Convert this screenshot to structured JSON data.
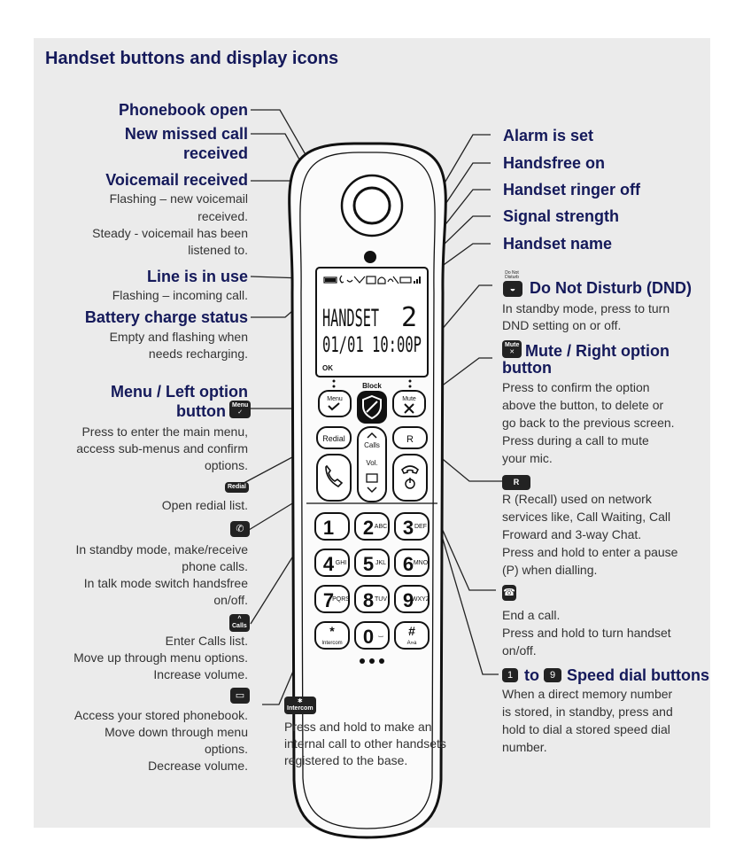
{
  "title": "Handset buttons and display icons",
  "left": {
    "phonebook_open": "Phonebook open",
    "missed_call_1": "New missed call",
    "missed_call_2": "received",
    "voicemail": "Voicemail received",
    "voicemail_desc_1": "Flashing – new voicemail",
    "voicemail_desc_2": "received.",
    "voicemail_desc_3": "Steady - voicemail has been",
    "voicemail_desc_4": "listened to.",
    "line_in_use": "Line is in use",
    "line_desc": "Flashing – incoming call.",
    "battery": "Battery charge status",
    "battery_desc_1": "Empty and flashing when",
    "battery_desc_2": "needs recharging.",
    "menu_1": "Menu / Left option",
    "menu_2": "button",
    "menu_desc_1": "Press to enter the main menu,",
    "menu_desc_2": "access sub-menus and confirm",
    "menu_desc_3": "options.",
    "redial_desc": "Open redial list.",
    "talk_desc_1": "In standby mode, make/receive",
    "talk_desc_2": "phone calls.",
    "talk_desc_3": "In talk mode switch handsfree",
    "talk_desc_4": "on/off.",
    "calls_desc_1": "Enter Calls list.",
    "calls_desc_2": "Move up through menu options.",
    "calls_desc_3": "Increase volume.",
    "pb_desc_1": "Access your stored phonebook.",
    "pb_desc_2": "Move down through menu",
    "pb_desc_3": "options.",
    "pb_desc_4": "Decrease volume."
  },
  "center": {
    "intercom_desc_1": "Press and hold to make an",
    "intercom_desc_2": "internal call to other handsets",
    "intercom_desc_3": "registered to the base."
  },
  "right": {
    "alarm": "Alarm is set",
    "handsfree": "Handsfree on",
    "ringer_off": "Handset ringer off",
    "signal": "Signal strength",
    "handset_name": "Handset name",
    "dnd": "Do Not Disturb (DND)",
    "dnd_desc_1": "In standby mode, press to turn",
    "dnd_desc_2": "DND setting on or off.",
    "mute_1": "Mute / Right option",
    "mute_2": "button",
    "mute_desc_1": "Press to confirm the option",
    "mute_desc_2": "above the button, to delete or",
    "mute_desc_3": "go back to the previous screen.",
    "mute_desc_4": "Press during a call to mute",
    "mute_desc_5": "your mic.",
    "recall_desc_1": "R (Recall) used on network",
    "recall_desc_2": "services like,  Call Waiting, Call",
    "recall_desc_3": "Froward and 3-way Chat.",
    "recall_desc_4": "Press and hold to enter a pause",
    "recall_desc_5": "(P) when dialling.",
    "end_desc_1": "End a call.",
    "end_desc_2": "Press and hold to turn handset",
    "end_desc_3": "on/off.",
    "speed_to": "to",
    "speed": "Speed dial buttons",
    "speed_desc_1": "When a direct memory number",
    "speed_desc_2": "is stored, in standby, press and",
    "speed_desc_3": "hold to dial a stored speed dial",
    "speed_desc_4": "number."
  },
  "icons": {
    "dnd_top": "Do Not Disturb",
    "mute": "Mute",
    "menu": "Menu",
    "redial": "Redial",
    "calls": "Calls",
    "intercom": "Intercom",
    "recall": "R"
  },
  "phone": {
    "lcd_line1": "HANDSET",
    "lcd_num": "2",
    "lcd_line2": "01/01 10:00P",
    "lcd_ok": "OK",
    "block": "Block",
    "menu": "Menu",
    "mute": "Mute",
    "redial": "Redial",
    "calls": "Calls",
    "vol": "Vol.",
    "r": "R",
    "keys": [
      {
        "d": "1",
        "s": ""
      },
      {
        "d": "2",
        "s": "ABC"
      },
      {
        "d": "3",
        "s": "DEF"
      },
      {
        "d": "4",
        "s": "GHI"
      },
      {
        "d": "5",
        "s": "JKL"
      },
      {
        "d": "6",
        "s": "MNO"
      },
      {
        "d": "7",
        "s": "PQRS"
      },
      {
        "d": "8",
        "s": "TUV"
      },
      {
        "d": "9",
        "s": "WXYZ"
      },
      {
        "d": "*",
        "s": "Intercom"
      },
      {
        "d": "0",
        "s": "⌴"
      },
      {
        "d": "#",
        "s": "A»a"
      }
    ]
  },
  "colors": {
    "heading": "#14195a",
    "panel": "#ebebeb"
  }
}
